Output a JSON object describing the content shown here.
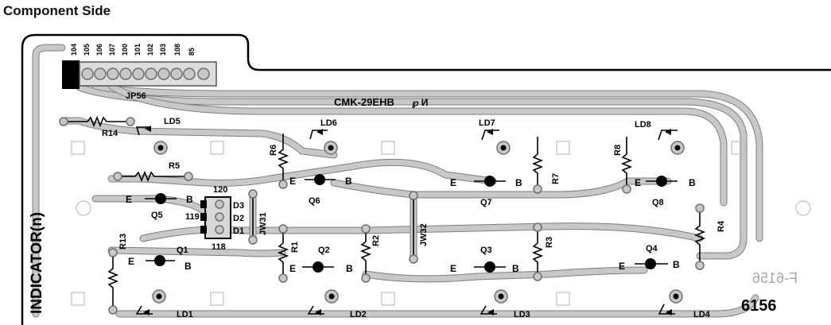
{
  "heading": "Component Side",
  "board": {
    "silk_code": "CMK-29EHB",
    "mark": "℘ И",
    "side_label": "INDICATOR(n)",
    "board_number": "6156",
    "mirrored_number": "F-6156"
  },
  "header": {
    "ref": "JP56",
    "pins": [
      "104",
      "105",
      "106",
      "107",
      "100",
      "101",
      "102",
      "103",
      "108",
      "85"
    ]
  },
  "leds": [
    "LD1",
    "LD2",
    "LD3",
    "LD4",
    "LD5",
    "LD6",
    "LD7",
    "LD8"
  ],
  "transistors": [
    "Q1",
    "Q2",
    "Q3",
    "Q4",
    "Q5",
    "Q6",
    "Q7",
    "Q8"
  ],
  "resistors": [
    "R1",
    "R2",
    "R3",
    "R4",
    "R5",
    "R6",
    "R7",
    "R8",
    "R13",
    "R14"
  ],
  "jumpers": [
    "JW31",
    "JW32"
  ],
  "diodes": [
    "D1",
    "D2",
    "D3"
  ],
  "pin_letters": {
    "emitter": "E",
    "base": "B"
  },
  "pad_numbers": [
    "120",
    "119",
    "118"
  ]
}
